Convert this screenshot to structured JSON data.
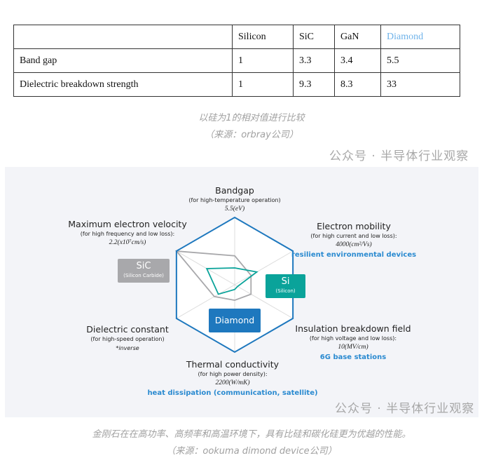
{
  "table": {
    "headers": [
      "",
      "Silicon",
      "SiC",
      "GaN",
      "Diamond"
    ],
    "rows": [
      [
        "Band gap",
        "1",
        "3.3",
        "3.4",
        "5.5"
      ],
      [
        "Dielectric breakdown strength",
        "1",
        "9.3",
        "8.3",
        "33"
      ]
    ],
    "diamond_color": "#6fb3ea"
  },
  "caption1": {
    "line1": "以硅为1的相对值进行比较",
    "line2": "（来源：orbray公司）"
  },
  "watermark": "公众号 · 半导体行业观察",
  "diagram": {
    "axes": [
      {
        "title": "Bandgap",
        "sub": "(for high-temperature operation)",
        "value": "5.5(eV)"
      },
      {
        "title": "Electron mobility",
        "sub": "(for high current and low loss):",
        "value": "4000(cm²/Vs)",
        "app": "resilient environmental devices"
      },
      {
        "title": "Insulation breakdown field",
        "sub": "(for high voltage and low loss):",
        "value": "10(MV/cm)",
        "app": "6G base stations"
      },
      {
        "title": "Thermal conductivity",
        "sub": "(for high power density):",
        "value": "2200(W/mK)",
        "app": "heat dissipation (communication, satellite)"
      },
      {
        "title": "Dielectric constant",
        "sub": "(for high-speed operation)",
        "value": "*inverse"
      },
      {
        "title": "Maximum electron velocity",
        "sub": "(for high frequency and low loss):",
        "value": "2.2(x10⁷cm/s)"
      }
    ],
    "legend": {
      "sic": {
        "name": "SiC",
        "sub": "(Silicon Carbide)",
        "color": "#a8a8ab"
      },
      "si": {
        "name": "Si",
        "sub": "(Silicon)",
        "color": "#0aa39a"
      },
      "diamond": {
        "name": "Diamond",
        "color": "#1e78be"
      }
    }
  },
  "chart_data": {
    "type": "radar",
    "categories": [
      "Bandgap",
      "Electron mobility",
      "Insulation breakdown field",
      "Thermal conductivity",
      "Dielectric constant",
      "Maximum electron velocity"
    ],
    "range": [
      0,
      1
    ],
    "grid_rings": 5,
    "series": [
      {
        "name": "Diamond",
        "values": [
          1,
          1,
          1,
          1,
          1,
          1
        ]
      },
      {
        "name": "SiC",
        "values": [
          0.43,
          0.28,
          0.28,
          0.23,
          0.35,
          1.0
        ]
      },
      {
        "name": "Si",
        "values": [
          0.25,
          0.38,
          0.05,
          0.07,
          0.28,
          0.48
        ]
      }
    ]
  },
  "caption2": {
    "line1": "金刚石在在高功率、高频率和高温环境下，具有比硅和碳化硅更为优越的性能。",
    "line2": "（来源：ookuma dimond device公司）"
  }
}
